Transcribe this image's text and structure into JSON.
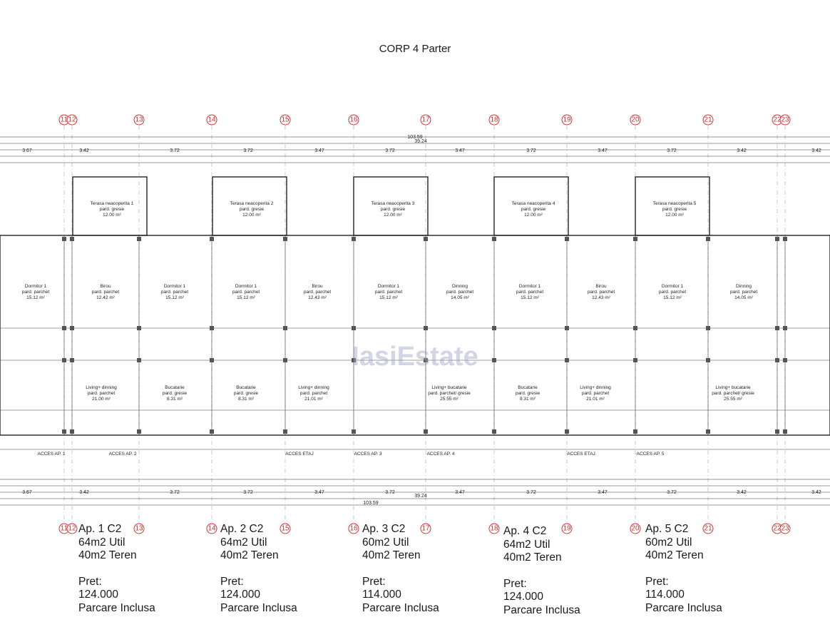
{
  "title": "CORP 4 Parter",
  "axes": [
    "11",
    "12",
    "13",
    "14",
    "15",
    "16",
    "17",
    "18",
    "19",
    "20",
    "21",
    "22",
    "23"
  ],
  "dims": {
    "total_1": "103.59",
    "total_2": "39.24",
    "module": [
      "3.67",
      "3.42",
      "3.72",
      "3.72",
      "3.47",
      "3.72",
      "3.47",
      "3.72",
      "3.47",
      "3.72",
      "3.42",
      "3.42"
    ]
  },
  "terraces": [
    {
      "name": "Terasa neacoperita 1",
      "finish": "pard. gresie",
      "area": "12.00 m²"
    },
    {
      "name": "Terasa neacoperita 2",
      "finish": "pard. gresie",
      "area": "12.00 m²"
    },
    {
      "name": "Terasa neacoperita 3",
      "finish": "pard. gresie",
      "area": "12.00 m²"
    },
    {
      "name": "Terasa neacoperita 4",
      "finish": "pard. gresie",
      "area": "12.00 m²"
    },
    {
      "name": "Terasa neacoperita 5",
      "finish": "pard. gresie",
      "area": "12.00 m²"
    }
  ],
  "rooms_top": [
    {
      "name": "Dormitor 1",
      "finish": "pard. parchet",
      "area": "15.12 m²"
    },
    {
      "name": "Birou",
      "finish": "pard. parchet",
      "area": "12.42 m²"
    },
    {
      "name": "Dormitor 1",
      "finish": "pard. parchet",
      "area": "15.12 m²"
    },
    {
      "name": "Dormitor 1",
      "finish": "pard. parchet",
      "area": "15.12 m²"
    },
    {
      "name": "Birou",
      "finish": "pard. parchet",
      "area": "12.43 m²"
    },
    {
      "name": "Dormitor 1",
      "finish": "pard. parchet",
      "area": "15.12 m²"
    },
    {
      "name": "Dinning",
      "finish": "pard. parchet",
      "area": "14.05 m²"
    },
    {
      "name": "Dormitor 1",
      "finish": "pard. parchet",
      "area": "15.12 m²"
    },
    {
      "name": "Birou",
      "finish": "pard. parchet",
      "area": "12.43 m²"
    },
    {
      "name": "Dormitor 1",
      "finish": "pard. parchet",
      "area": "15.12 m²"
    },
    {
      "name": "Dinning",
      "finish": "pard. parchet",
      "area": "14.05 m²"
    }
  ],
  "rooms_bottom": [
    {
      "name": "Living+ dinning",
      "finish": "pard. parchet",
      "area": "21.00 m²"
    },
    {
      "name": "Bucatarie",
      "finish": "pard. gresie",
      "area": "8.31 m²"
    },
    {
      "name": "Bucatarie",
      "finish": "pard. gresie",
      "area": "8.31 m²"
    },
    {
      "name": "Living+ dinning",
      "finish": "pard. parchet",
      "area": "21.01 m²"
    },
    {
      "name": "Living+ bucatarie",
      "finish": "pard. parchet/ gresie",
      "area": "25.55 m²"
    },
    {
      "name": "Bucatarie",
      "finish": "pard. gresie",
      "area": "8.31 m²"
    },
    {
      "name": "Living+ dinning",
      "finish": "pard. parchet",
      "area": "21.01 m²"
    },
    {
      "name": "Living+ bucatarie",
      "finish": "pard. parchet/ gresie",
      "area": "25.55 m²"
    }
  ],
  "access": [
    "ACCES AP. 1",
    "ACCES AP. 2",
    "ACCES ETAJ",
    "ACCES AP. 3",
    "ACCES AP. 4",
    "ACCES ETAJ",
    "ACCES AP. 5"
  ],
  "watermark": "IasiEstate",
  "apartments": [
    {
      "name": "Ap. 1 C2",
      "util": "64m2 Util",
      "teren": "40m2 Teren",
      "pret_label": "Pret:",
      "pret": "124.000",
      "parcare": "Parcare Inclusa"
    },
    {
      "name": "Ap. 2 C2",
      "util": "64m2 Util",
      "teren": "40m2 Teren",
      "pret_label": "Pret:",
      "pret": "124.000",
      "parcare": "Parcare Inclusa"
    },
    {
      "name": "Ap. 3 C2",
      "util": "60m2 Util",
      "teren": "40m2 Teren",
      "pret_label": "Pret:",
      "pret": "114.000",
      "parcare": "Parcare Inclusa"
    },
    {
      "name": "Ap. 4 C2",
      "util": "64m2 Util",
      "teren": "40m2 Teren",
      "pret_label": "Pret:",
      "pret": "124.000",
      "parcare": "Parcare Inclusa"
    },
    {
      "name": "Ap. 5 C2",
      "util": "60m2 Util",
      "teren": "40m2 Teren",
      "pret_label": "Pret:",
      "pret": "114.000",
      "parcare": "Parcare Inclusa"
    }
  ],
  "colors": {
    "axis": "#d23232",
    "line": "#222222",
    "watermark": "#9aa3c4"
  }
}
